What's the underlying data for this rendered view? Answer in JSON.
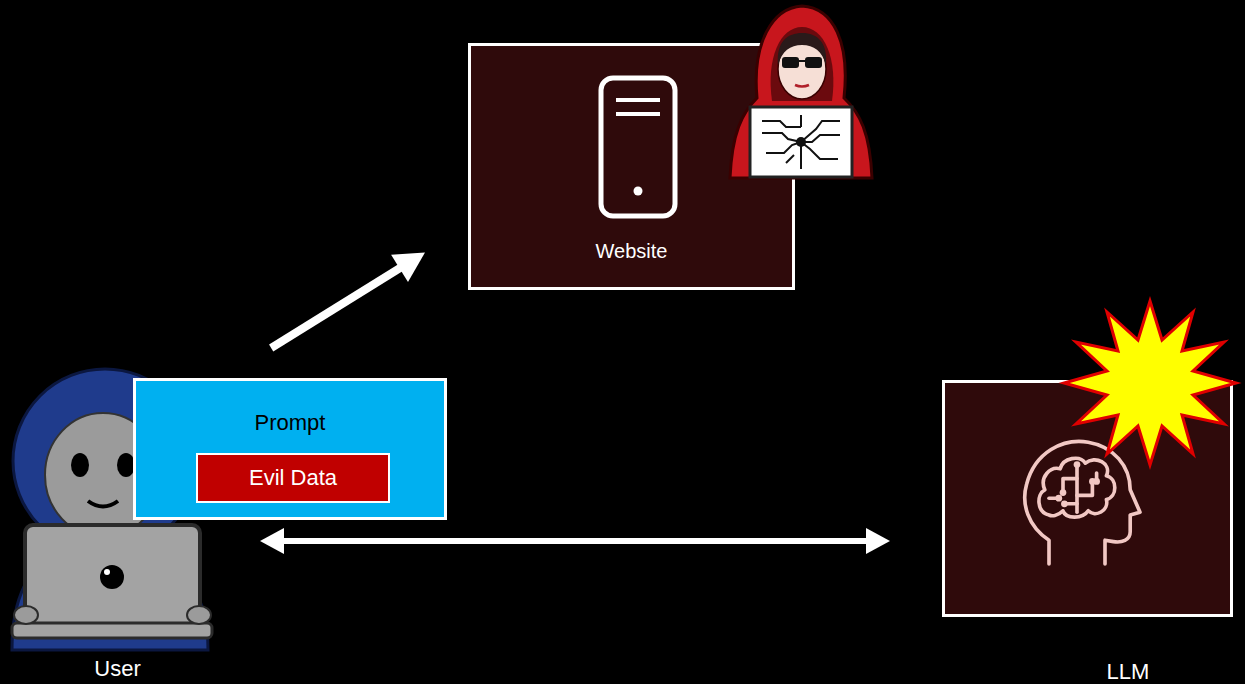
{
  "diagram": {
    "nodes": [
      {
        "text": [
          "Website"
        ]
      },
      {
        "text": [
          "Prompt"
        ]
      },
      {
        "text": [
          "Evil Data"
        ],
        "in": 1
      },
      {
        "text": [
          "User"
        ]
      },
      {
        "text": [
          "LLM"
        ]
      }
    ],
    "edges": [
      {
        "from": 1,
        "to": 0,
        "arrow": "to"
      },
      {
        "from": 3,
        "to": 4,
        "arrow": "both"
      }
    ]
  }
}
